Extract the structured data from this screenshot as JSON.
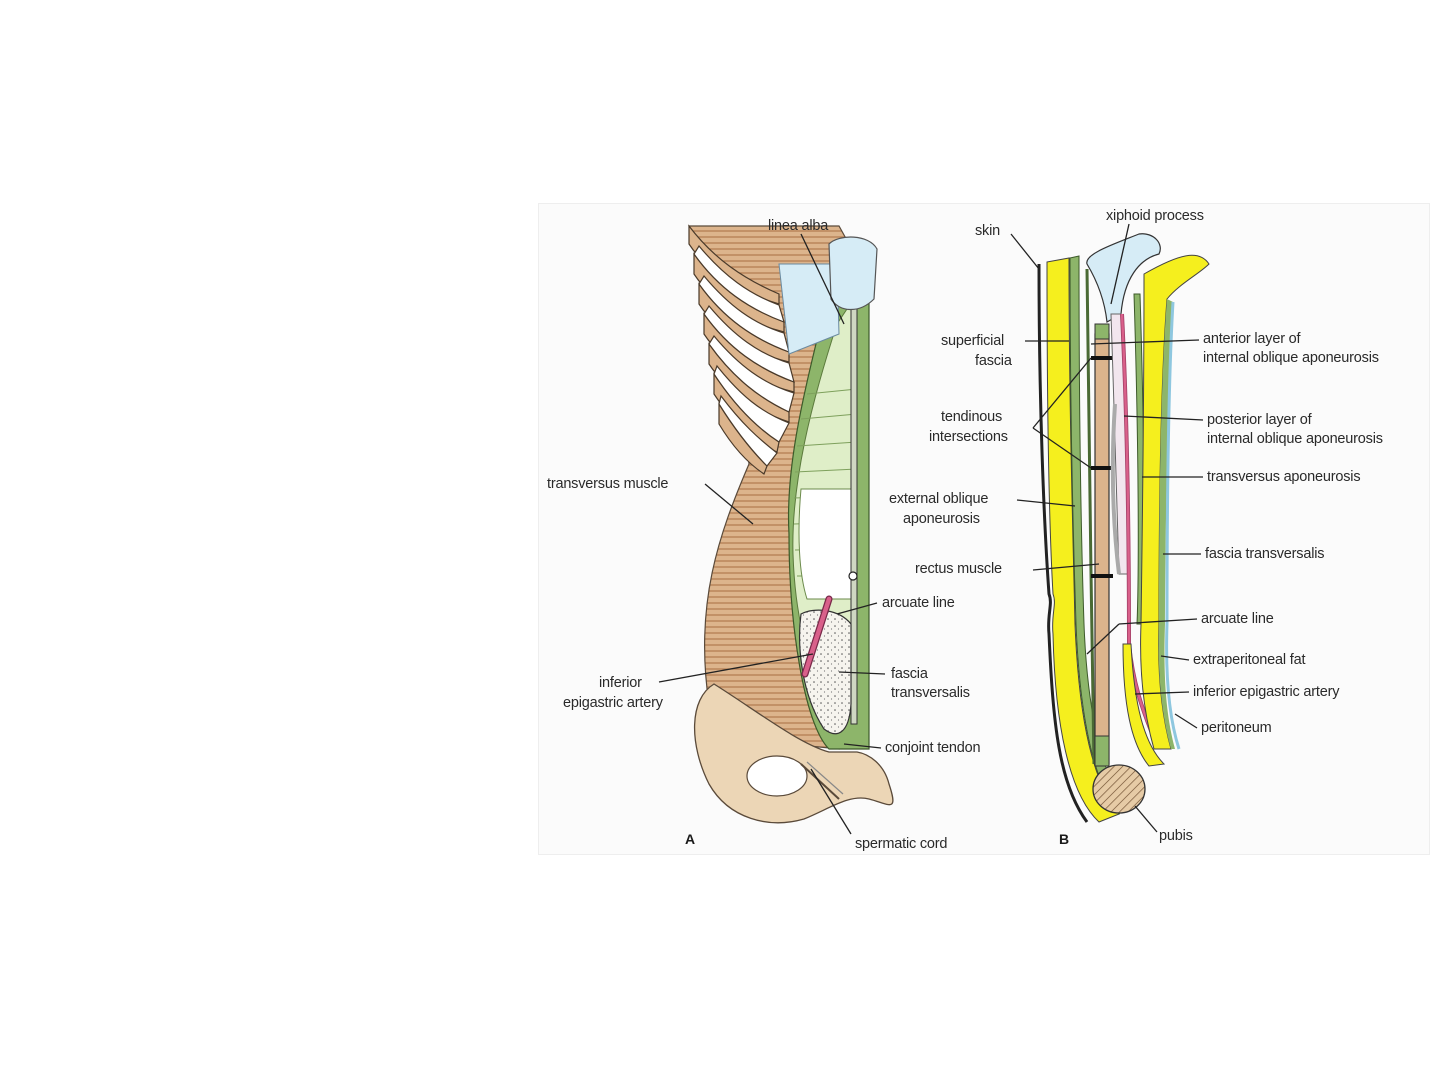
{
  "figure": {
    "panel_a": {
      "letter": "A",
      "labels": {
        "linea_alba": "linea alba",
        "transversus_muscle": "transversus muscle",
        "arcuate_line": "arcuate line",
        "inferior_epigastric_artery_1": "inferior",
        "inferior_epigastric_artery_2": "epigastric artery",
        "fascia_transversalis_1": "fascia",
        "fascia_transversalis_2": "transversalis",
        "conjoint_tendon": "conjoint tendon",
        "spermatic_cord": "spermatic cord"
      }
    },
    "panel_b": {
      "letter": "B",
      "labels": {
        "skin": "skin",
        "xiphoid_process": "xiphoid process",
        "superficial_fascia_1": "superficial",
        "superficial_fascia_2": "fascia",
        "anterior_layer_1": "anterior layer of",
        "anterior_layer_2": "internal oblique aponeurosis",
        "tendinous_intersections_1": "tendinous",
        "tendinous_intersections_2": "intersections",
        "posterior_layer_1": "posterior layer of",
        "posterior_layer_2": "internal oblique aponeurosis",
        "transversus_aponeurosis": "transversus aponeurosis",
        "external_oblique_1": "external oblique",
        "external_oblique_2": "aponeurosis",
        "fascia_transversalis": "fascia transversalis",
        "rectus_muscle": "rectus muscle",
        "arcuate_line": "arcuate line",
        "extraperitoneal_fat": "extraperitoneal fat",
        "inferior_epigastric_artery": "inferior epigastric artery",
        "peritoneum": "peritoneum",
        "pubis": "pubis"
      }
    },
    "colors": {
      "muscle": "#dcb48c",
      "muscle_stripe": "#b07a4e",
      "aponeurosis_green": "#8db56a",
      "pale_green": "#dfeec8",
      "fat_yellow": "#f5ef1e",
      "cartilage_blue": "#d6ecf6",
      "artery_pink": "#d9608a",
      "bone": "#ecd6b6"
    }
  }
}
